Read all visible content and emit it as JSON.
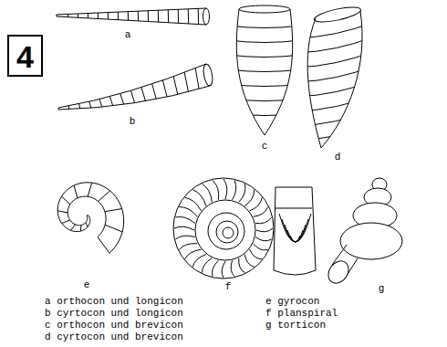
{
  "diagram": {
    "nodes": [
      {
        "text": [
          "4"
        ]
      }
    ],
    "labels": [
      "a",
      "b",
      "c",
      "d",
      "e",
      "f",
      "g",
      "a orthocon und longicon",
      "b cyrtocon und longicon",
      "c orthocon und brevicon",
      "d cyrtocon und brevicon",
      "e gyrocon",
      "f planspiral",
      "g torticon"
    ]
  }
}
